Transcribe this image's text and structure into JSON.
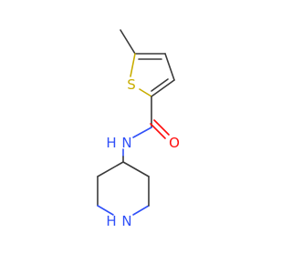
{
  "molecule": {
    "atoms": {
      "sulfur": "S",
      "carbonyl_oxygen": "O",
      "amide_nitrogen": "N",
      "amide_hydrogen": "H",
      "ring_nitrogen": "N",
      "ring_hydrogen": "H"
    },
    "colors": {
      "bond": "#3a3a3a",
      "sulfur": "#c8ad00",
      "oxygen": "#ff0d0d",
      "nitrogen": "#3050f8"
    }
  }
}
